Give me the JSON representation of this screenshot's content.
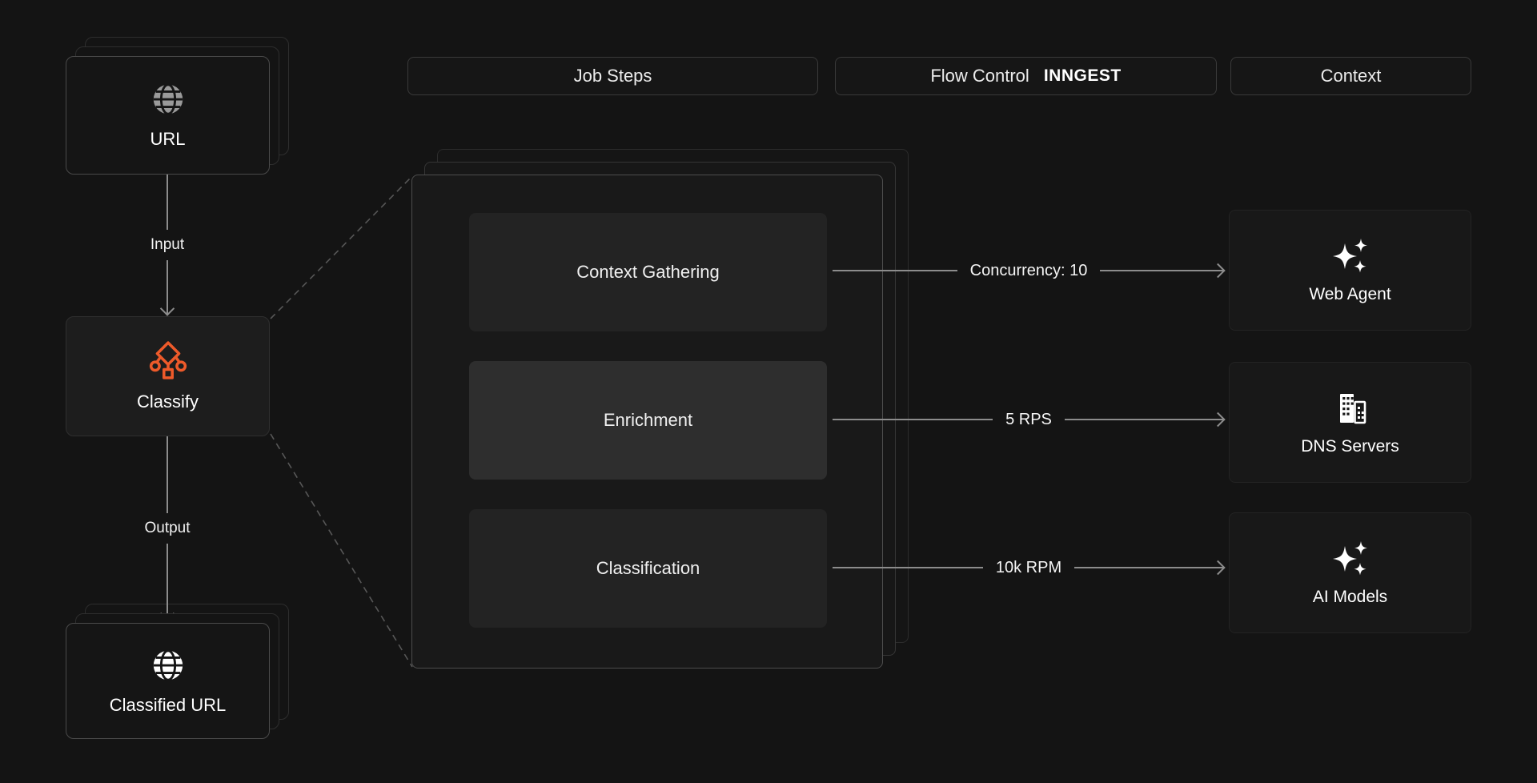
{
  "colors": {
    "background": "#141414",
    "accent_orange": "#EE5A2A",
    "arrow_gray": "#8C8C8C",
    "card_border": "#4A4A4A",
    "highlight_step_bg": "#2E2E2E"
  },
  "left_flow": {
    "input_card": {
      "label": "URL",
      "icon": "globe-icon"
    },
    "input_arrow": {
      "label": "Input"
    },
    "process_card": {
      "label": "Classify",
      "icon": "workflow-icon"
    },
    "output_arrow": {
      "label": "Output"
    },
    "output_card": {
      "label": "Classified URL",
      "icon": "globe-icon"
    }
  },
  "headers": [
    {
      "label": "Job Steps"
    },
    {
      "label": "Flow Control",
      "logo": "INNGEST"
    },
    {
      "label": "Context"
    }
  ],
  "job_panel": {
    "steps": [
      {
        "label": "Context Gathering",
        "highlighted": false
      },
      {
        "label": "Enrichment",
        "highlighted": true
      },
      {
        "label": "Classification",
        "highlighted": false
      }
    ]
  },
  "flow_arrows": [
    {
      "label": "Concurrency: 10"
    },
    {
      "label": "5 RPS"
    },
    {
      "label": "10k RPM"
    }
  ],
  "context_cards": [
    {
      "label": "Web Agent",
      "icon": "sparkles-icon"
    },
    {
      "label": "DNS Servers",
      "icon": "buildings-icon"
    },
    {
      "label": "AI Models",
      "icon": "sparkles-icon"
    }
  ]
}
